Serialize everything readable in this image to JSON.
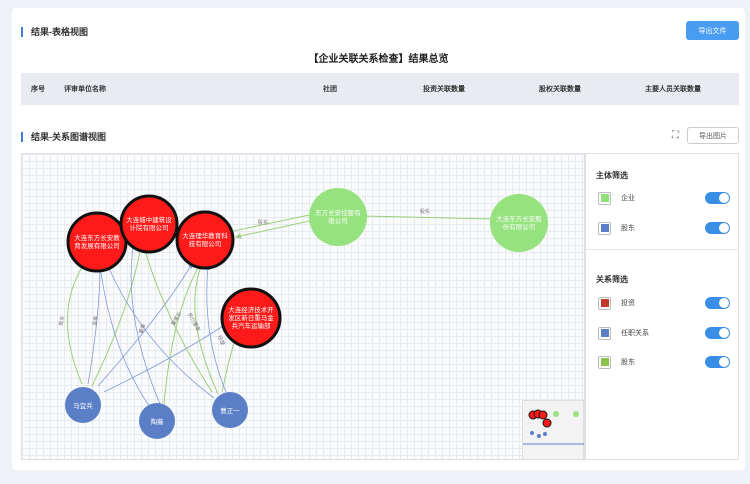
{
  "table_section": {
    "title": "结果-表格视图",
    "export_button": "导出文件",
    "summary_title": "【企业关联关系检查】结果总览",
    "columns": [
      "序号",
      "评审单位名称",
      "社团",
      "投资关联数量",
      "股权关联数量",
      "主要人员关联数量"
    ]
  },
  "graph_section": {
    "title": "结果-关系图谱视图",
    "fullscreen_icon": "fullscreen-icon",
    "export_image_button": "导出图片"
  },
  "graph": {
    "nodes": [
      {
        "id": "c1",
        "label_lines": [
          "大连东方长安教",
          "育发展有限公司"
        ],
        "kind": "company"
      },
      {
        "id": "c2",
        "label_lines": [
          "大连城中建筑设",
          "计院有限公司"
        ],
        "kind": "company"
      },
      {
        "id": "c3",
        "label_lines": [
          "大连理华教育科",
          "技有限公司"
        ],
        "kind": "company"
      },
      {
        "id": "c4",
        "label_lines": [
          "大连经济技术开",
          "发区新日重马金",
          "兵汽车运输部"
        ],
        "kind": "company"
      },
      {
        "id": "s1",
        "label_lines": [
          "东方长安控股有",
          "限公司"
        ],
        "kind": "shareholder"
      },
      {
        "id": "s2",
        "label_lines": [
          "大连东方长安股",
          "份有限公司"
        ],
        "kind": "shareholder"
      },
      {
        "id": "p1",
        "label_lines": [
          "马宜兵"
        ],
        "kind": "person"
      },
      {
        "id": "p2",
        "label_lines": [
          "陶薇"
        ],
        "kind": "person"
      },
      {
        "id": "p3",
        "label_lines": [
          "曹正一"
        ],
        "kind": "person"
      }
    ],
    "edge_labels": {
      "s2_s1": "股东",
      "s1_c3": "股东",
      "p1_c1": "股东",
      "p1_c2": "监事",
      "p2_c2": "董事",
      "p2_c3": "董事长",
      "p3_c3": "执行董事",
      "p3_c4": "经理"
    }
  },
  "filters": {
    "subject_title": "主体筛选",
    "subject_items": [
      {
        "label": "企业",
        "color": "#90e07a",
        "on": true
      },
      {
        "label": "股东",
        "color": "#5b7fc7",
        "on": true
      }
    ],
    "relation_title": "关系筛选",
    "relation_items": [
      {
        "label": "投资",
        "color": "#c0392b",
        "on": true
      },
      {
        "label": "任职关系",
        "color": "#5b7fc7",
        "on": true
      },
      {
        "label": "股东",
        "color": "#8bc34a",
        "on": true
      }
    ]
  },
  "colors": {
    "company_fill": "#ff1a1a",
    "shareholder_fill": "#95e27e",
    "person_fill": "#5b7fc7",
    "accent": "#3a8ee6"
  }
}
